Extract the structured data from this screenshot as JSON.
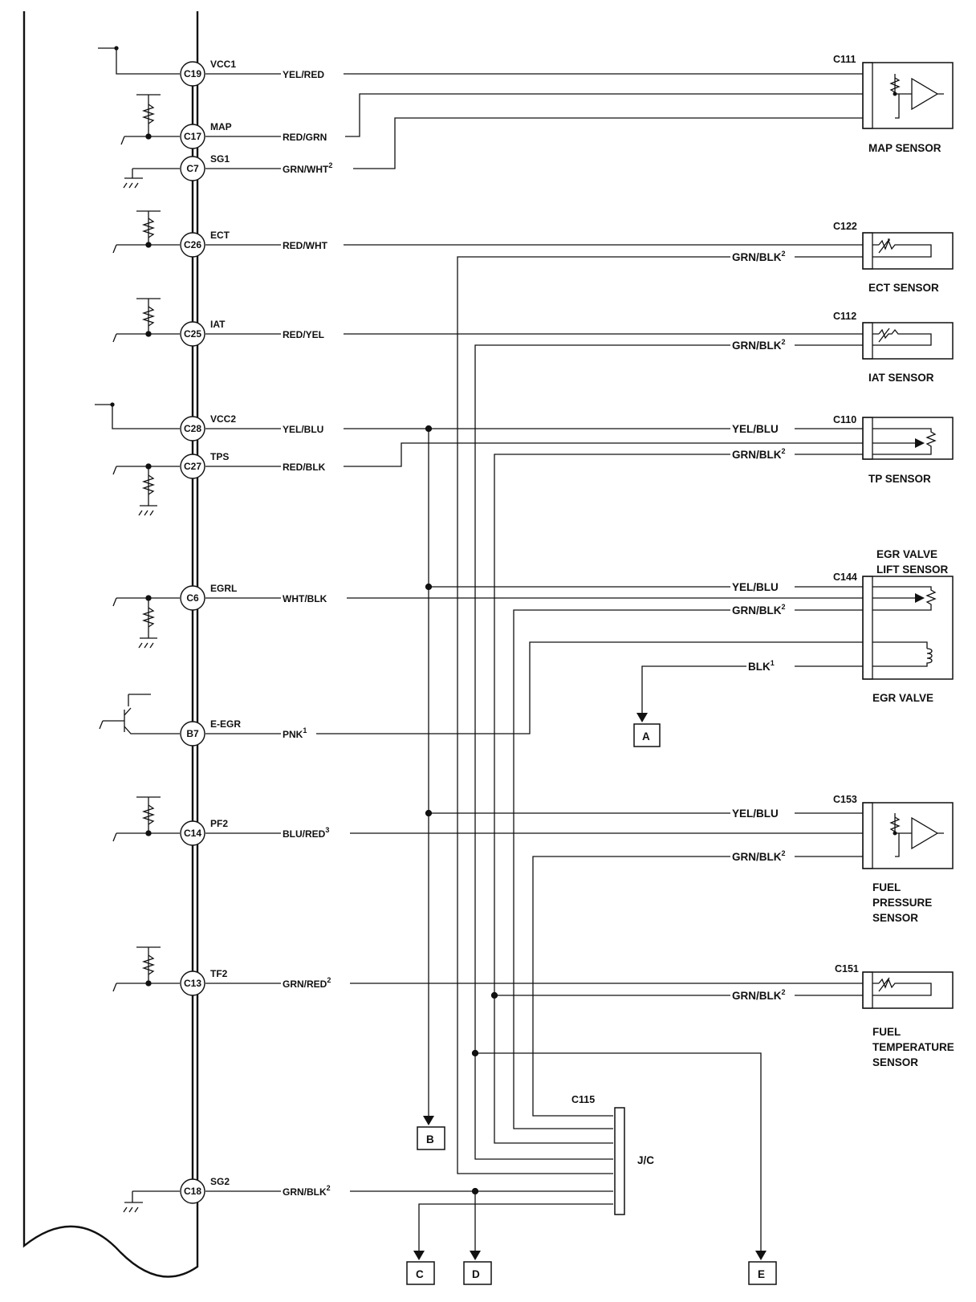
{
  "ecm_pins": [
    {
      "pin": "C19",
      "name": "VCC1",
      "wire": "YEL/RED"
    },
    {
      "pin": "C17",
      "name": "MAP",
      "wire": "RED/GRN"
    },
    {
      "pin": "C7",
      "name": "SG1",
      "wire": "GRN/WHT",
      "wire_sup": "2"
    },
    {
      "pin": "C26",
      "name": "ECT",
      "wire": "RED/WHT"
    },
    {
      "pin": "C25",
      "name": "IAT",
      "wire": "RED/YEL"
    },
    {
      "pin": "C28",
      "name": "VCC2",
      "wire": "YEL/BLU"
    },
    {
      "pin": "C27",
      "name": "TPS",
      "wire": "RED/BLK"
    },
    {
      "pin": "C6",
      "name": "EGRL",
      "wire": "WHT/BLK"
    },
    {
      "pin": "B7",
      "name": "E-EGR",
      "wire": "PNK",
      "wire_sup": "1"
    },
    {
      "pin": "C14",
      "name": "PF2",
      "wire": "BLU/RED",
      "wire_sup": "3"
    },
    {
      "pin": "C13",
      "name": "TF2",
      "wire": "GRN/RED",
      "wire_sup": "2"
    },
    {
      "pin": "C18",
      "name": "SG2",
      "wire": "GRN/BLK",
      "wire_sup": "2"
    }
  ],
  "sensor_wires": [
    {
      "label": "GRN/BLK",
      "sup": "2"
    },
    {
      "label": "GRN/BLK",
      "sup": "2"
    },
    {
      "label": "YEL/BLU",
      "sup": ""
    },
    {
      "label": "GRN/BLK",
      "sup": "2"
    },
    {
      "label": "YEL/BLU",
      "sup": ""
    },
    {
      "label": "GRN/BLK",
      "sup": "2"
    },
    {
      "label": "BLK",
      "sup": "1"
    },
    {
      "label": "YEL/BLU",
      "sup": ""
    },
    {
      "label": "GRN/BLK",
      "sup": "2"
    },
    {
      "label": "GRN/BLK",
      "sup": "2"
    }
  ],
  "components": [
    {
      "connector": "C111",
      "lines": [
        "MAP SENSOR"
      ]
    },
    {
      "connector": "C122",
      "lines": [
        "ECT SENSOR"
      ]
    },
    {
      "connector": "C112",
      "lines": [
        "IAT SENSOR"
      ]
    },
    {
      "connector": "C110",
      "lines": [
        "TP SENSOR"
      ]
    },
    {
      "connector": "C144",
      "lines": [
        "EGR VALVE",
        "LIFT SENSOR"
      ],
      "sub_label": "EGR VALVE"
    },
    {
      "connector": "C153",
      "lines": [
        "FUEL",
        "PRESSURE",
        "SENSOR"
      ]
    },
    {
      "connector": "C151",
      "lines": [
        "FUEL",
        "TEMPERATURE",
        "SENSOR"
      ]
    }
  ],
  "junction": {
    "connector": "C115",
    "label": "J/C"
  },
  "references": [
    "A",
    "B",
    "C",
    "D",
    "E"
  ]
}
